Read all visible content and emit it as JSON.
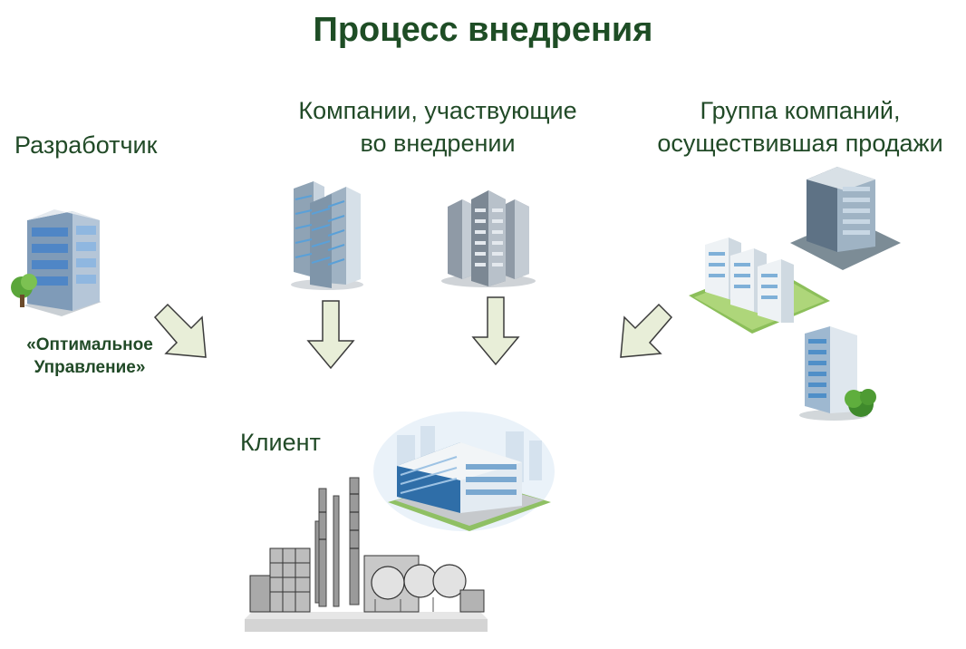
{
  "title": "Процесс внедрения",
  "developer": {
    "label": "Разработчик",
    "name_line1": "«Оптимальное",
    "name_line2": "Управление»"
  },
  "participants": {
    "label_line1": "Компании, участвующие",
    "label_line2": "во внедрении"
  },
  "sales_group": {
    "label_line1": "Группа компаний,",
    "label_line2": "осуществившая продажи"
  },
  "client": {
    "label": "Клиент"
  },
  "colors": {
    "title": "#1e4d25",
    "text": "#214a27",
    "arrow_fill": "#e8eed8",
    "arrow_stroke": "#3b3b3b"
  },
  "icons": [
    "office-building-icon",
    "twin-towers-icon",
    "skyscraper-cluster-icon",
    "corporate-campus-icon",
    "tall-office-icon",
    "industrial-plant-icon",
    "business-center-icon"
  ]
}
